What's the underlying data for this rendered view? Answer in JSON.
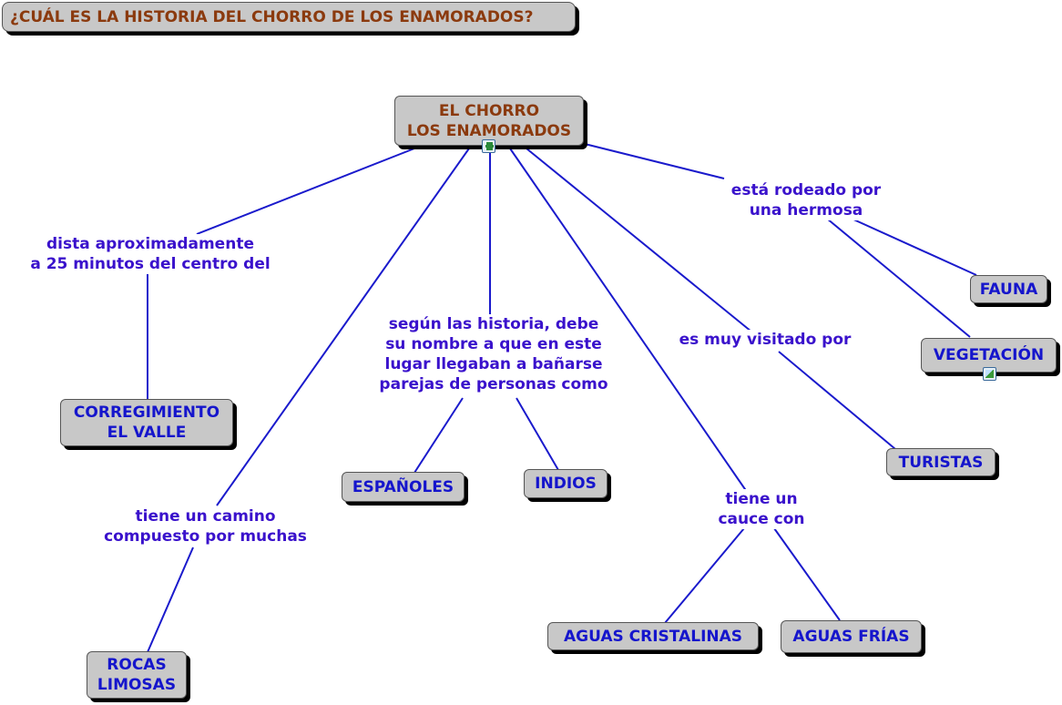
{
  "title": "¿CUÁL ES LA HISTORIA DEL CHORRO DE LOS ENAMORADOS?",
  "central": "EL CHORRO\nLOS ENAMORADOS",
  "links": {
    "dista": "dista aproximadamente\na 25 minutos del centro del",
    "rodeado": "está rodeado por\nuna hermosa",
    "segun": "según las historia, debe\nsu nombre a que en este\nlugar llegaban a bañarse\nparejas de personas como",
    "visitado": "es muy visitado por",
    "camino": "tiene un camino\ncompuesto por muchas",
    "cauce": "tiene un\ncauce con"
  },
  "nodes": {
    "corregimiento": "CORREGIMIENTO\nEL VALLE",
    "fauna": "FAUNA",
    "vegetacion": "VEGETACIÓN",
    "turistas": "TURISTAS",
    "espanoles": "ESPAÑOLES",
    "indios": "INDIOS",
    "aguas_cristalinas": "AGUAS CRISTALINAS",
    "aguas_frias": "AGUAS FRÍAS",
    "rocas": "ROCAS\nLIMOSAS"
  },
  "colors": {
    "line": "#1a1acc",
    "node_fill": "#c8c8c8",
    "concept_text": "#1515cc",
    "link_text": "#3a12cc",
    "title_text": "#8b3a0e"
  },
  "icons": {
    "central": "film-icon",
    "vegetacion": "image-icon"
  }
}
